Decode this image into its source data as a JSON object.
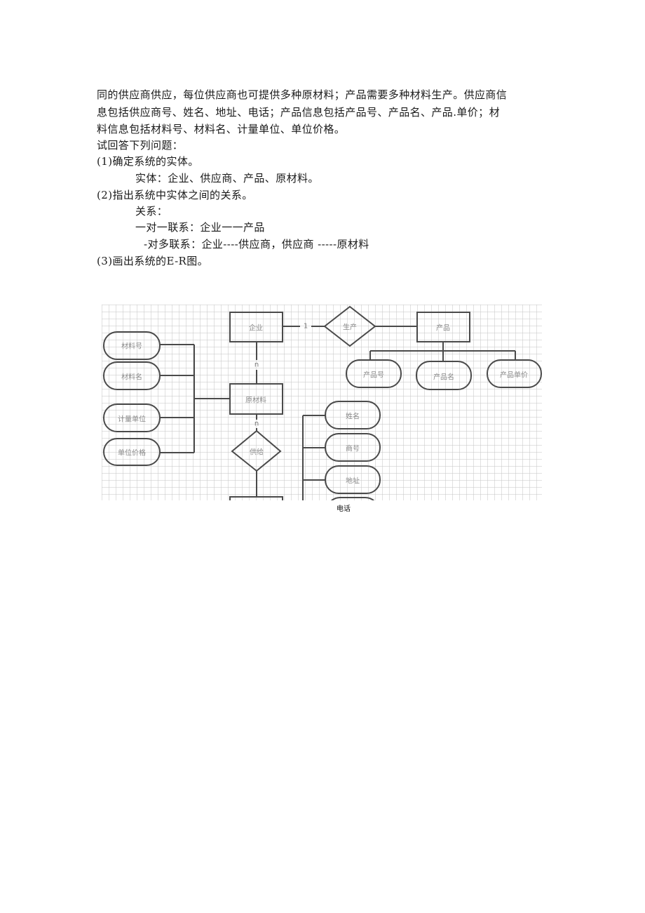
{
  "document": {
    "paragraph_lines": [
      "同的供应商供应，每位供应商也可提供多种原材料；产品需要多种材料生产。供应商信",
      "息包括供应商号、姓名、地址、电话；产品信息包括产品号、产品名、产品.单价；材",
      "料信息包括材料号、材料名、计量单位、单位价格。"
    ],
    "prompt": "试回答下列问题：",
    "q1": {
      "question": "(1)确定系统的实体。",
      "answer": "实体：企业、供应商、产品、原材料。"
    },
    "q2": {
      "question": "(2)指出系统中实体之间的关系。",
      "answer_heading": "关系：",
      "one_to_one": "一对一联系：企业一一产品",
      "one_to_many": "-对多联系：企业----供应商，供应商 -----原材料"
    },
    "q3": {
      "question": "(3)画出系统的E-R图。"
    }
  },
  "er_diagram": {
    "entities": {
      "enterprise": "企业",
      "product": "产品",
      "material": "原材料"
    },
    "relationships": {
      "produce": "生产",
      "supply": "供给"
    },
    "cardinalities": {
      "enterprise_produce": "1",
      "enterprise_material": "n",
      "material_supply": "n"
    },
    "material_attributes": [
      "材料号",
      "材料名",
      "计量单位",
      "单位价格"
    ],
    "product_attributes": [
      "产品号",
      "产品名",
      "产品单价"
    ],
    "supplier_attributes": [
      "姓名",
      "商号",
      "地址"
    ],
    "cropped_caption": "电话"
  }
}
